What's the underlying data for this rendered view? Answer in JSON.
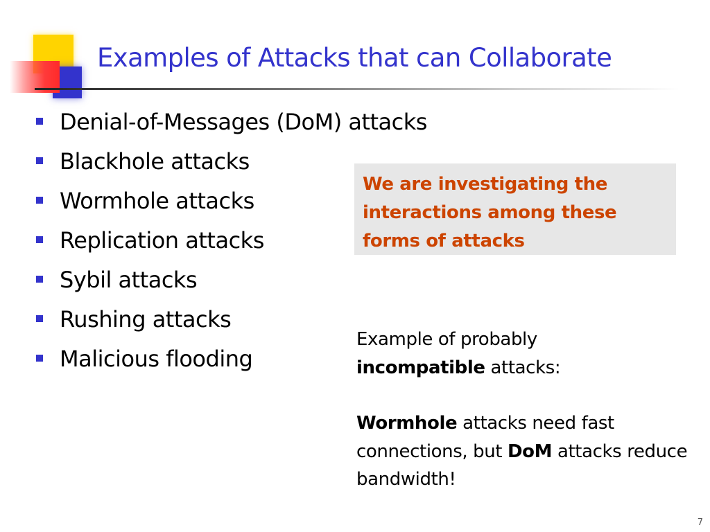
{
  "slide": {
    "title": "Examples of Attacks that can Collaborate",
    "bullets": [
      "Denial-of-Messages (DoM) attacks",
      "Blackhole attacks",
      "Wormhole attacks",
      "Replication attacks",
      "Sybil attacks",
      "Rushing attacks",
      "Malicious flooding"
    ],
    "callout": {
      "text": "We are investigating the interactions among these forms of attacks"
    },
    "note": {
      "line1_prefix": "Example of probably",
      "line1_bold": "incompatible",
      "line1_suffix": " attacks:",
      "line2_bold_a": "Wormhole",
      "line2_text_a": " attacks need fast connections, but ",
      "line2_bold_b": "DoM",
      "line2_text_b": " attacks reduce bandwidth!"
    },
    "page_number": "7"
  },
  "colors": {
    "title": "#3333cc",
    "bullet_marker": "#3333cc",
    "callout_text": "#cc4400",
    "callout_bg": "#e7e7e7",
    "logo_yellow": "#ffd400",
    "logo_blue": "#3333cc",
    "logo_red": "#ff2a2a"
  }
}
